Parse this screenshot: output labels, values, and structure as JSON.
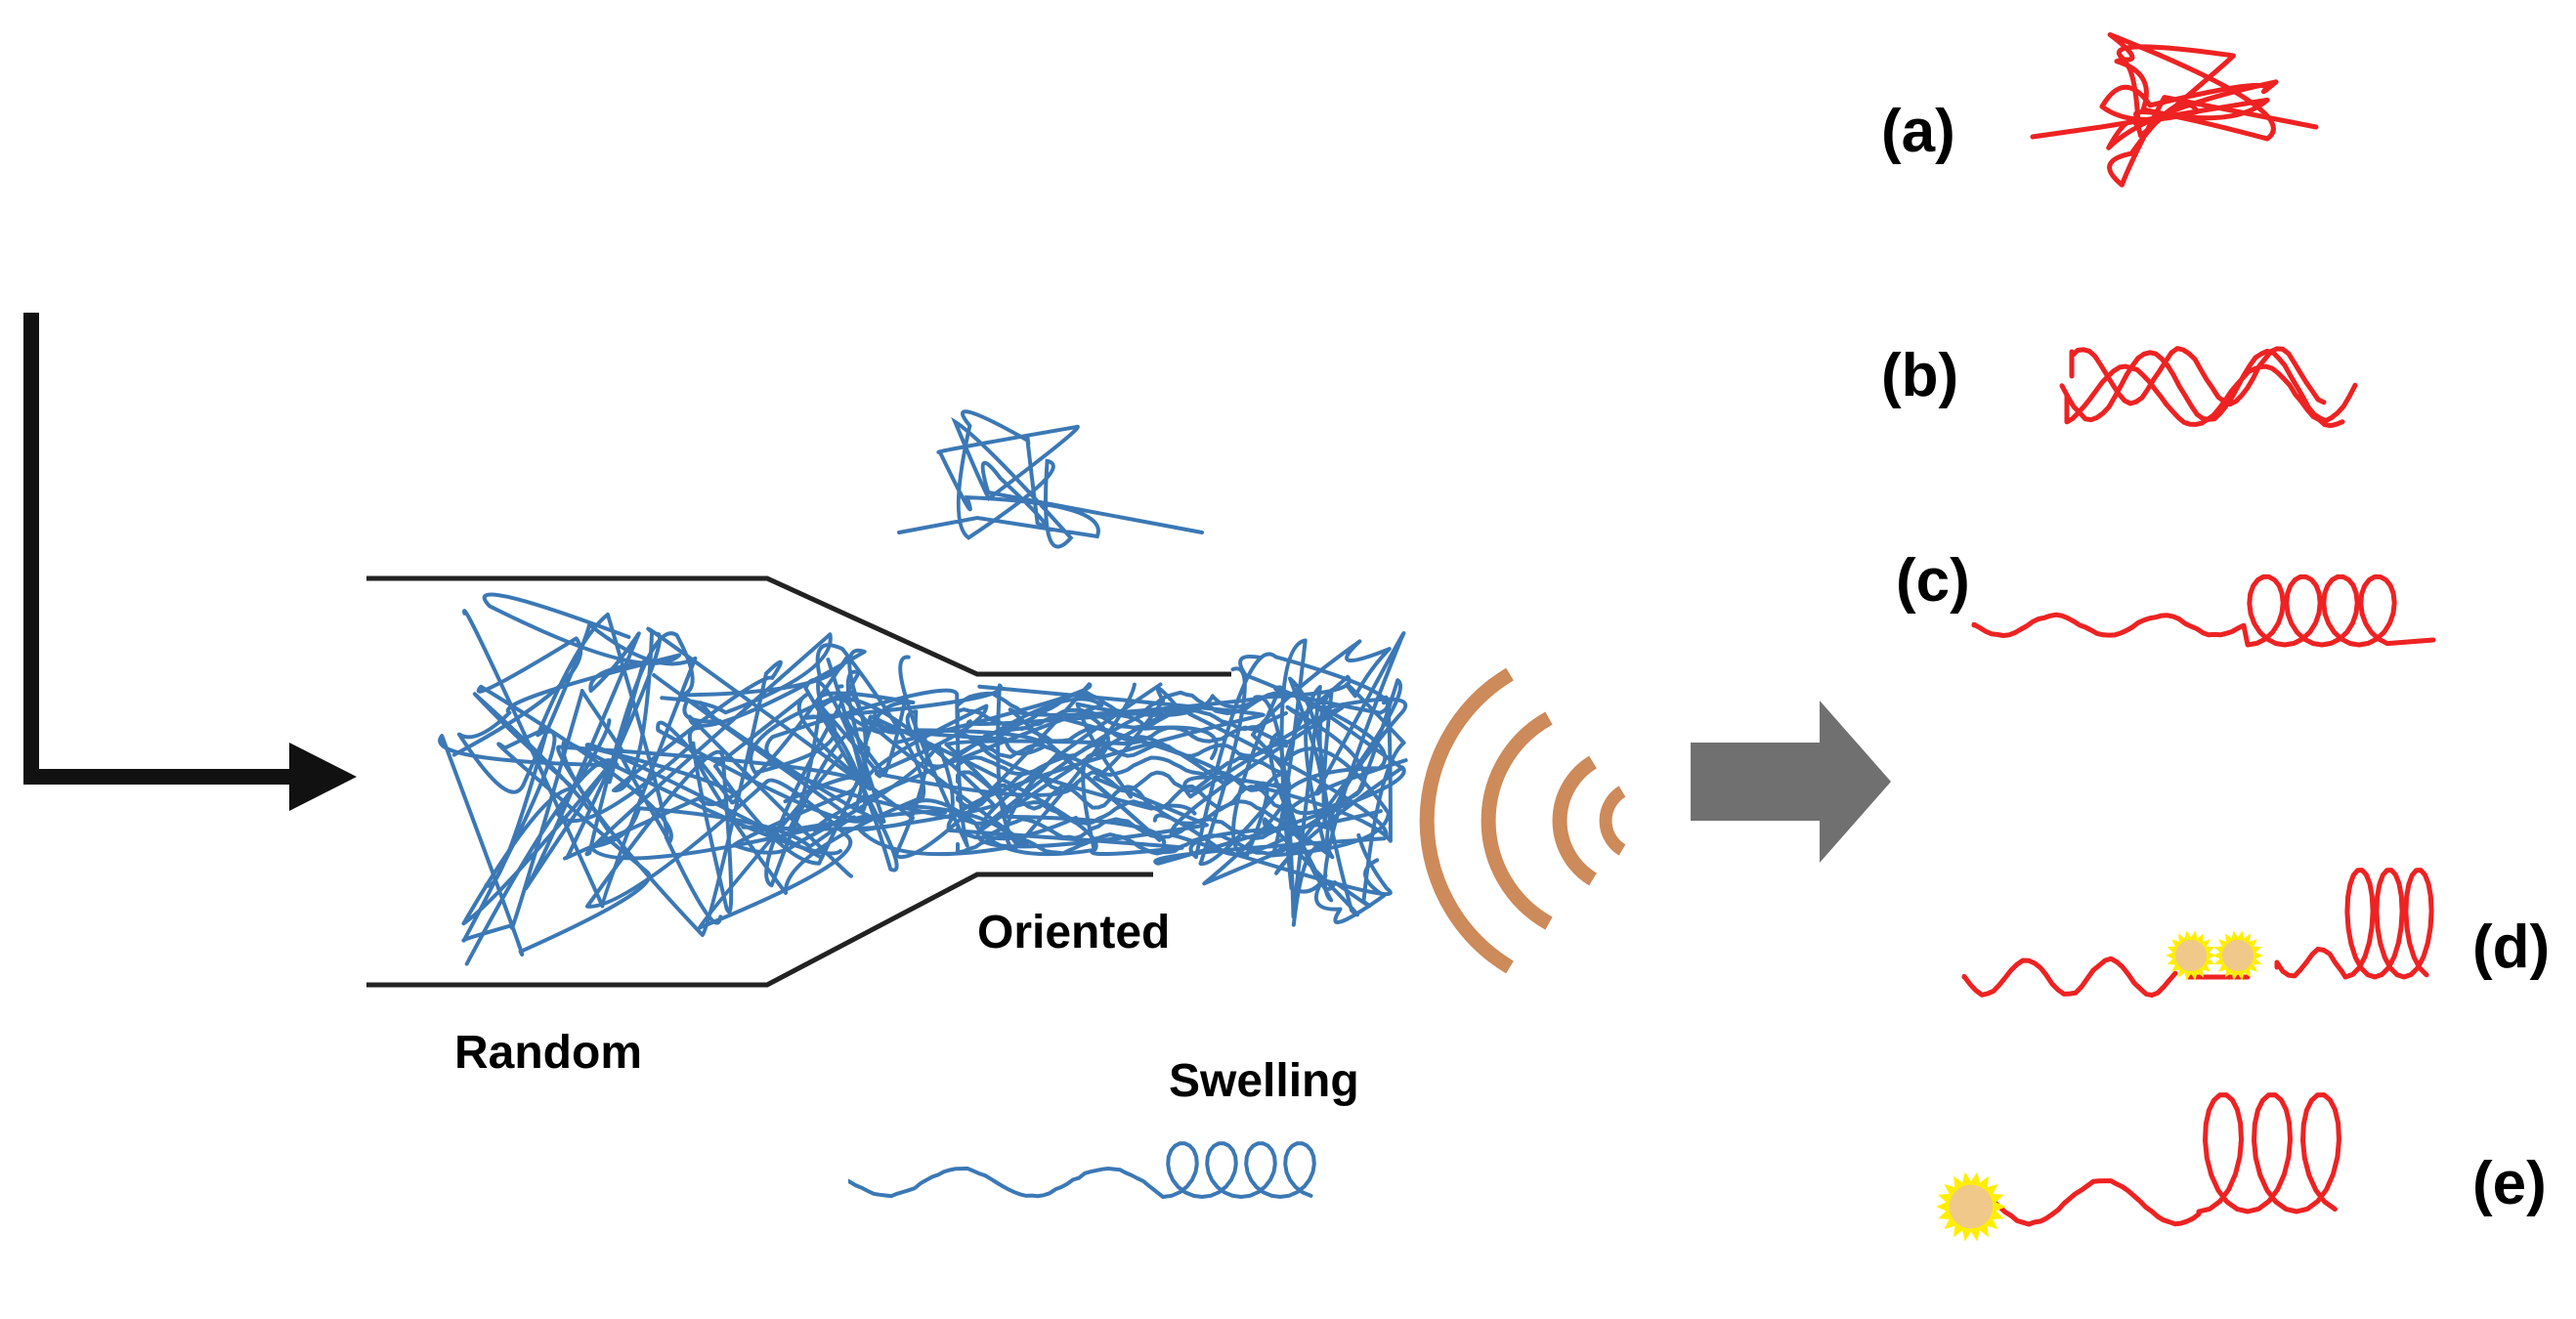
{
  "labels": {
    "random": "Random",
    "oriented": "Oriented",
    "swelling": "Swelling"
  },
  "items": [
    {
      "letter": "(a)",
      "state": "coiled",
      "particles": 0
    },
    {
      "letter": "(b)",
      "state": "partially-stretched",
      "particles": 0
    },
    {
      "letter": "(c)",
      "state": "stretched-with-coil",
      "particles": 0
    },
    {
      "letter": "(d)",
      "state": "mid-chain-scission",
      "particles": 2
    },
    {
      "letter": "(e)",
      "state": "end-chain-scission",
      "particles": 1
    }
  ],
  "colors": {
    "input_chains": "#3b78b5",
    "output_chains": "#ee2222",
    "ultrasound_waves": "#cd8a5a",
    "process_arrow": "#707070",
    "flow_arrow": "#111111",
    "channel_walls": "#222222",
    "particle_glow": "#ffee00",
    "particle_core": "#f0c98a"
  },
  "icons": {
    "input_arrow": "elbow-arrow-icon",
    "ultrasound": "sound-waves-icon",
    "process_arrow": "block-arrow-icon",
    "radical": "burst-icon"
  }
}
